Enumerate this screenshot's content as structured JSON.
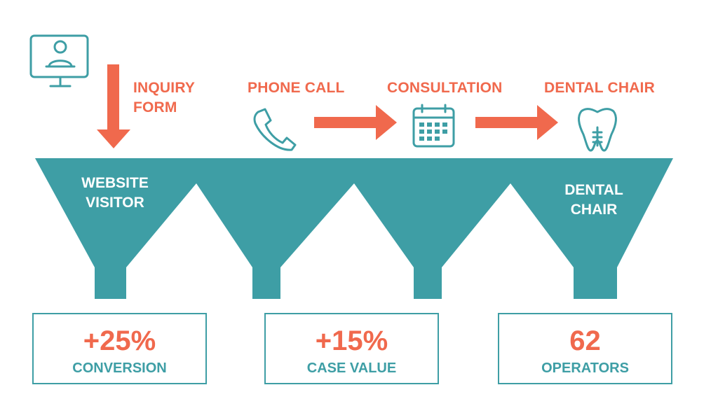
{
  "colors": {
    "accent": "#f0694d",
    "teal": "#3e9ea5",
    "white": "#ffffff"
  },
  "icons": [
    "monitor-user-icon",
    "phone-icon",
    "calendar-icon",
    "tooth-icon",
    "arrow-down-icon",
    "arrow-right-icon"
  ],
  "stages": {
    "inquiry_form": {
      "line1": "INQUIRY",
      "line2": "FORM"
    },
    "phone_call": "PHONE CALL",
    "consultation": "CONSULTATION",
    "dental_chair": "DENTAL CHAIR"
  },
  "funnel": {
    "website_visitor": {
      "line1": "WEBSITE",
      "line2": "VISITOR"
    },
    "dental_chair": {
      "line1": "DENTAL",
      "line2": "CHAIR"
    }
  },
  "stats": [
    {
      "value": "+25%",
      "label": "CONVERSION"
    },
    {
      "value": "+15%",
      "label": "CASE VALUE"
    },
    {
      "value": "62",
      "label": "OPERATORS"
    }
  ]
}
